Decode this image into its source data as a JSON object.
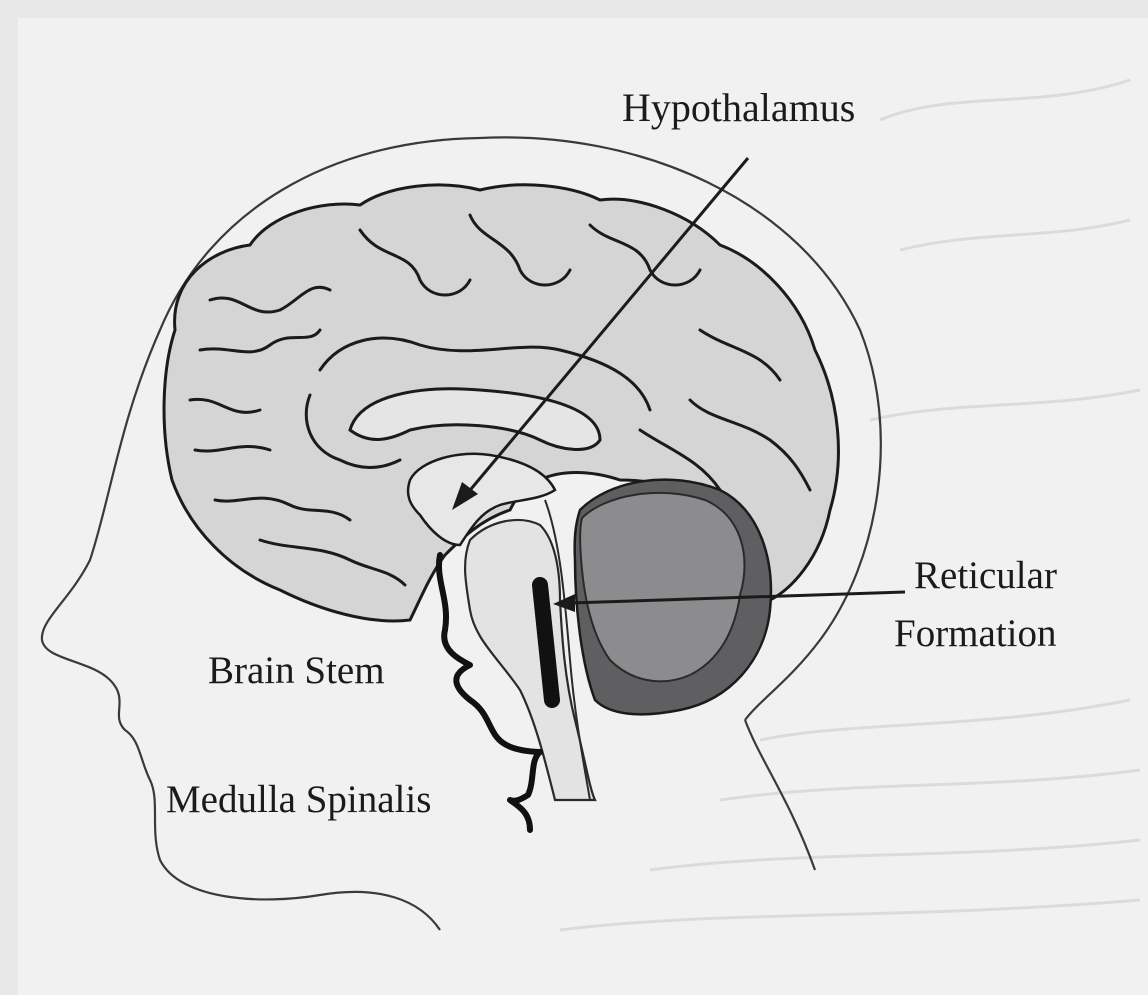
{
  "labels": {
    "hypothalamus": "Hypothalamus",
    "reticular_line1": "Reticular",
    "reticular_line2": "Formation",
    "brain_stem": "Brain Stem",
    "medulla_spinalis": "Medulla Spinalis"
  },
  "colors": {
    "paper": "#f2f1f2",
    "cortex": "#d6d5d6",
    "cerebellum_inner": "#8c8b8d",
    "cerebellum_outer": "#5f5e60",
    "line": "#1b1b1b"
  }
}
